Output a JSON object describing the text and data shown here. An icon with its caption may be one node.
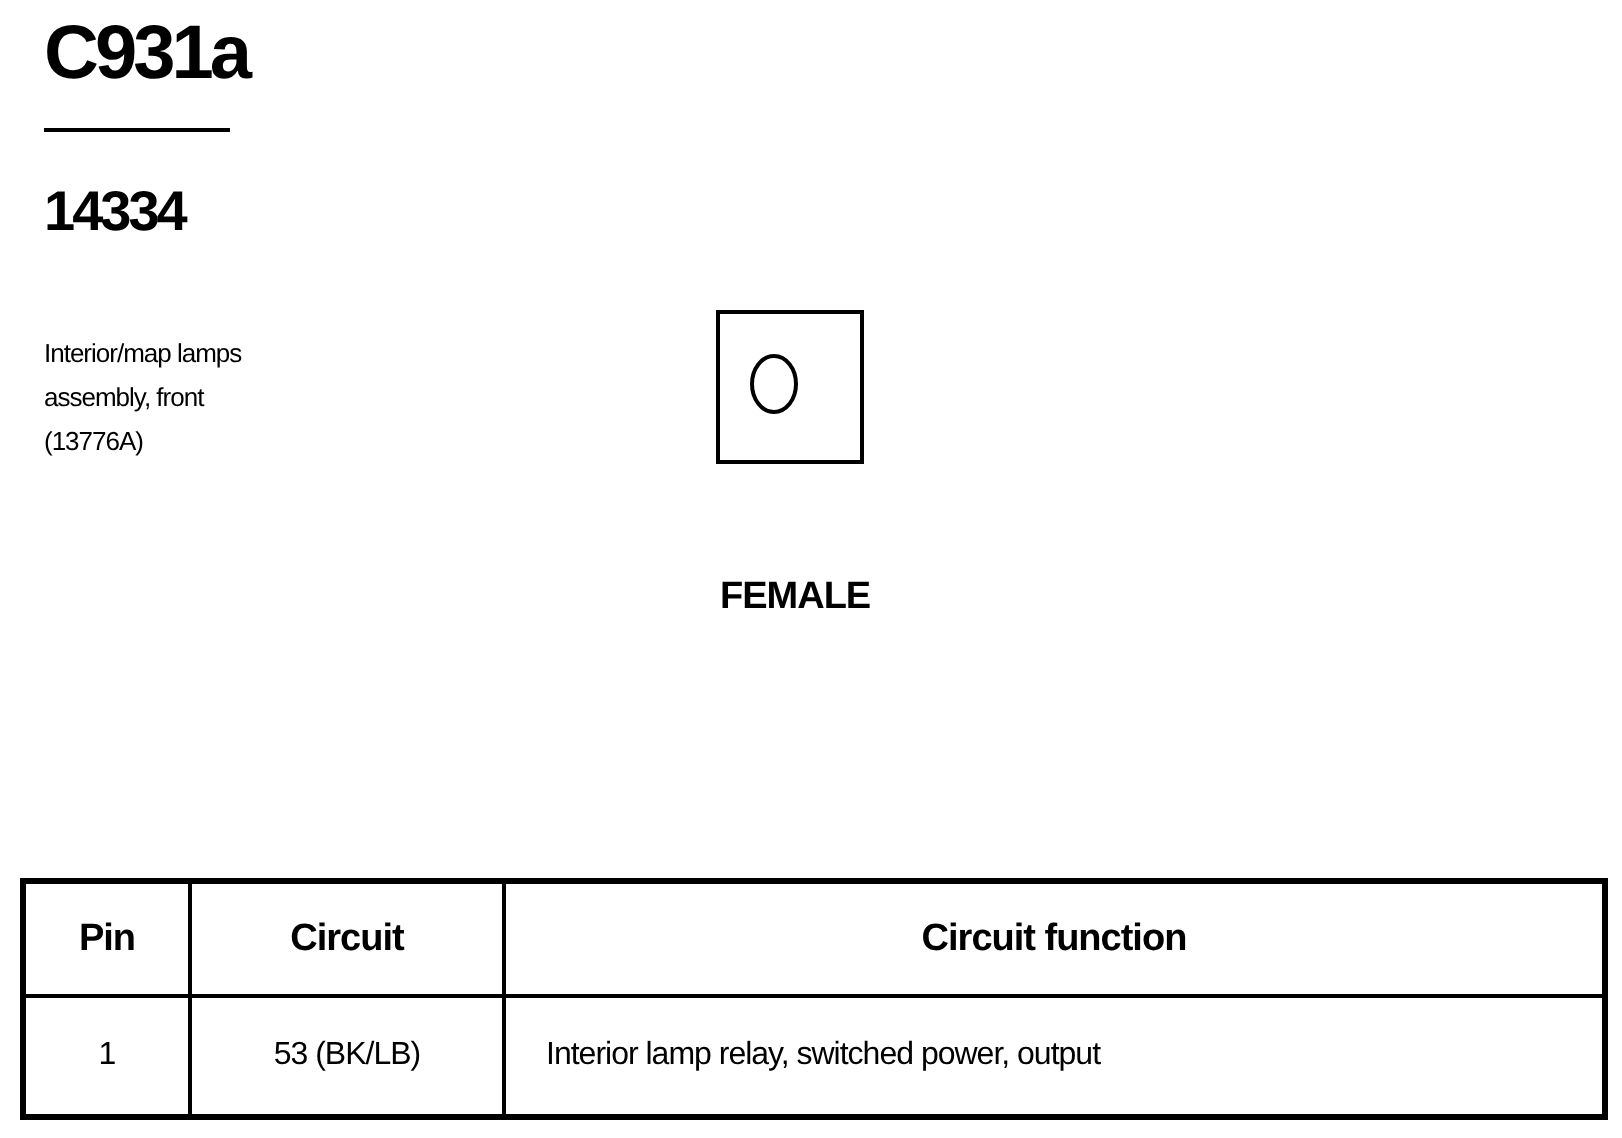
{
  "diagram": {
    "title": "C931a",
    "nodes": [
      {
        "text": [],
        "shape": "box",
        "beside": [
          "FEMALE"
        ]
      }
    ],
    "labels": [
      "14334",
      "Interior/map lamps assembly, front (13776A)",
      "Pin",
      "Circuit",
      "Circuit function",
      "1",
      "53 (BK/LB)",
      "Interior lamp relay, switched power, output"
    ]
  }
}
